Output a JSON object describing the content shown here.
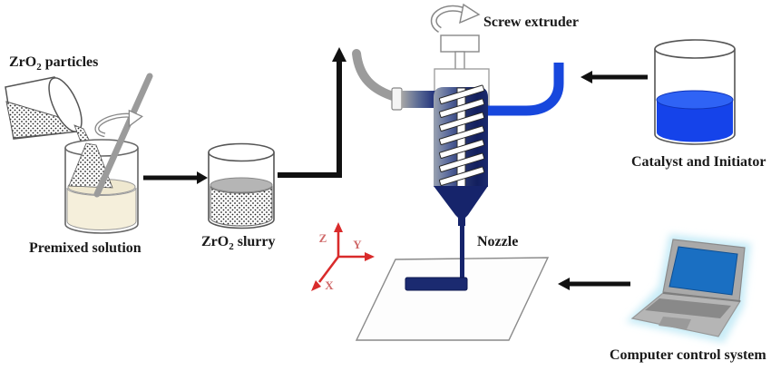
{
  "figure": {
    "type": "process-diagram",
    "labels": {
      "zro2_particles": {
        "base": "ZrO",
        "sub": "2",
        "rest": " particles"
      },
      "premixed_solution": "Premixed solution",
      "zro2_slurry": {
        "base": "ZrO",
        "sub": "2",
        "rest": " slurry"
      },
      "screw_extruder": "Screw extruder",
      "catalyst_initiator": "Catalyst and Initiator",
      "nozzle": "Nozzle",
      "computer_control": "Computer control system",
      "axes": {
        "x": "X",
        "y": "Y",
        "z": "Z"
      }
    },
    "flow": [
      {
        "from": "zro2-particles-cup",
        "to": "premixed-solution-beaker"
      },
      {
        "from": "premixed-solution-beaker",
        "to": "zro2-slurry-beaker"
      },
      {
        "from": "zro2-slurry-beaker",
        "to": "screw-extruder"
      },
      {
        "from": "catalyst-initiator-beaker",
        "to": "screw-extruder"
      },
      {
        "from": "computer-control-system",
        "to": "build-platform"
      }
    ],
    "colors": {
      "navy": "#1b2a70",
      "deep_navy": "#16246b",
      "tube_blue": "#1747dd",
      "liquid_blue": "#1543ea",
      "axis_red": "#d92b2b",
      "tube_gray": "#9b9b9b",
      "cream": "#f5efdb",
      "screen_blue": "#1a6fc2",
      "laptop_glow": "#c9ecf7",
      "arrow_black": "#111111"
    }
  }
}
